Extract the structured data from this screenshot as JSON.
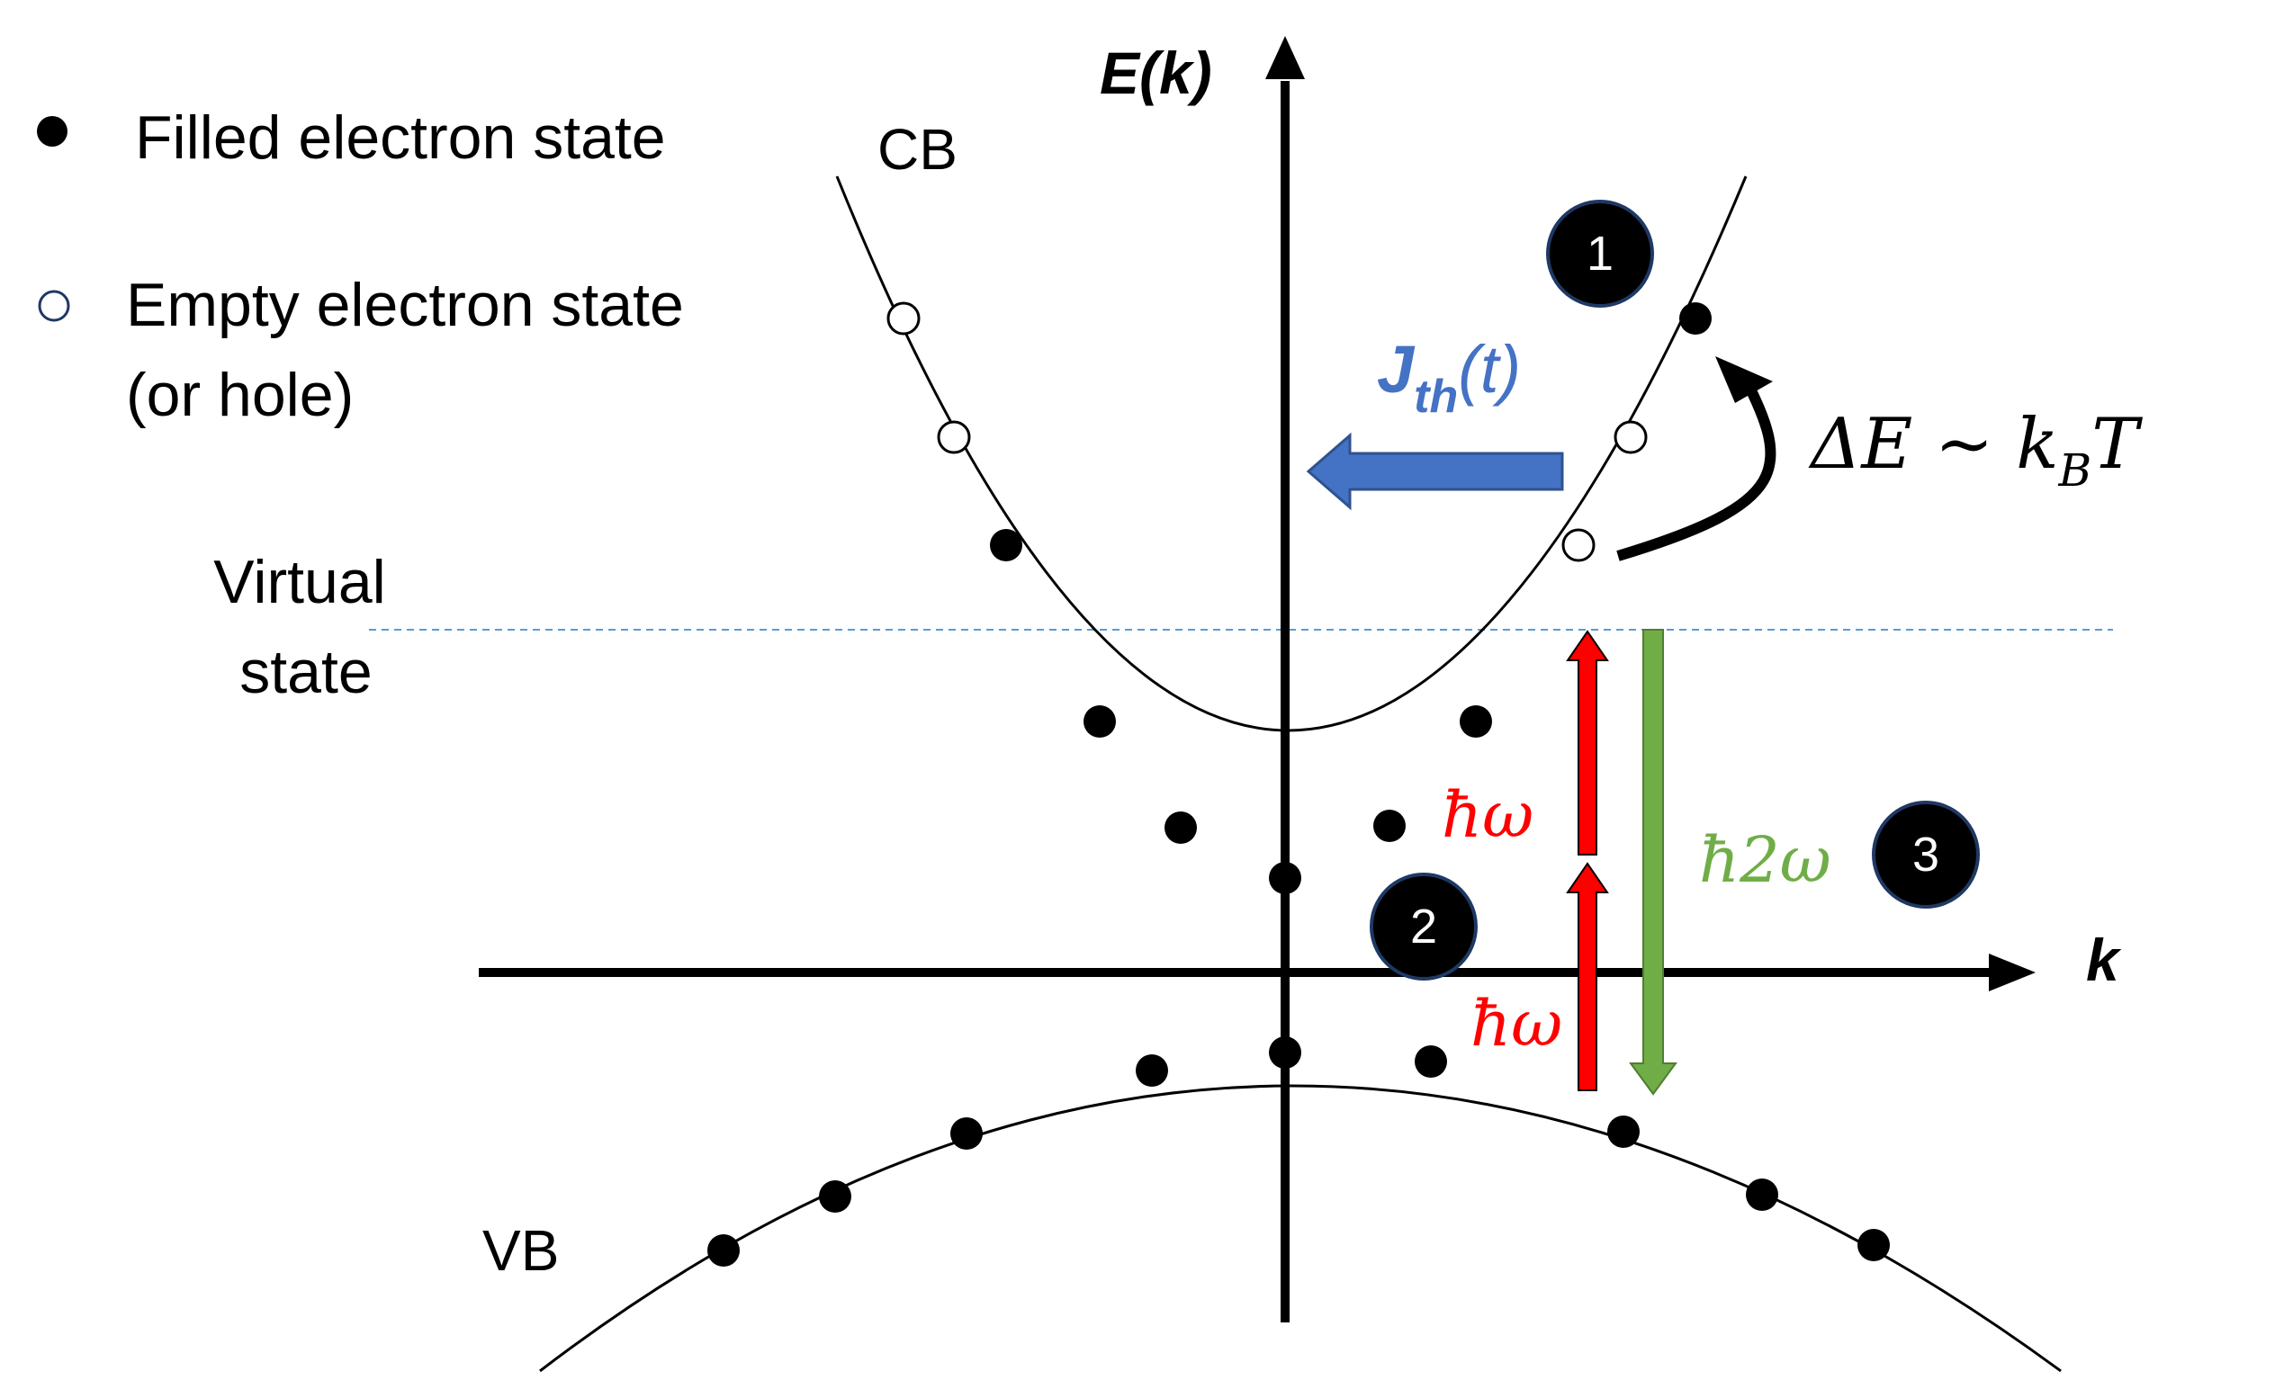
{
  "legend": {
    "filled_label": "Filled electron state",
    "empty_label_line1": "Empty electron state",
    "empty_label_line2": "(or hole)"
  },
  "axes": {
    "y_label": "E(k)",
    "x_label": "k"
  },
  "bands": {
    "cb_label": "CB",
    "vb_label": "VB"
  },
  "virtual_state": {
    "line1": "Virtual",
    "line2": "state"
  },
  "current": {
    "label_main": "J",
    "label_sub": "th",
    "label_tail": "(t)"
  },
  "thermal": {
    "label": "ΔE ~ k",
    "sub": "B",
    "tail": "T"
  },
  "transitions": {
    "photon_1": "ħω",
    "photon_2": "ħω",
    "shg": "ħ2ω"
  },
  "markers": {
    "m1": "1",
    "m2": "2",
    "m3": "3"
  },
  "colors": {
    "current_arrow": "#4472C4",
    "photon_arrow": "#FF0000",
    "shg_arrow": "#70AD47",
    "virtual_line": "#5B9BD5",
    "axis": "#000000"
  }
}
